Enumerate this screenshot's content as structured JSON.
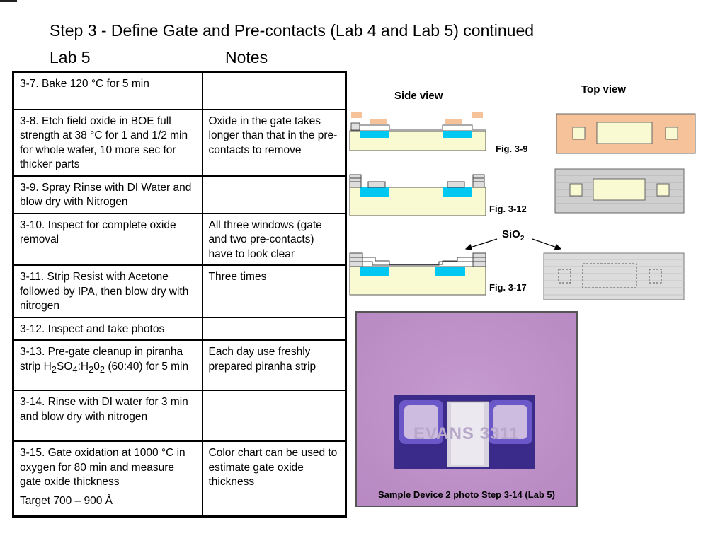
{
  "header": {
    "title": "Step 3 - Define Gate and Pre-contacts (Lab 4 and Lab 5) continued",
    "col_left": "Lab 5",
    "col_right": "Notes"
  },
  "steps": [
    {
      "step": "3-7. Bake 120 °C for 5 min",
      "note": ""
    },
    {
      "step": "3-8. Etch field oxide in BOE full strength at 38 °C for 1 and 1/2 min for whole wafer, 10 more sec for thicker parts",
      "note": "Oxide in the gate takes longer than that in the pre-contacts to remove"
    },
    {
      "step": "3-9. Spray Rinse with DI Water and blow dry with Nitrogen",
      "note": ""
    },
    {
      "step": "3-10. Inspect for complete oxide removal",
      "note": "All three windows (gate and two pre-contacts) have to look clear"
    },
    {
      "step": "3-11. Strip Resist with Acetone followed by IPA, then blow dry with nitrogen",
      "note": "Three times"
    },
    {
      "step": "3-12. Inspect and take photos",
      "note": ""
    },
    {
      "step_parts": {
        "a": "3-13. Pre-gate cleanup in piranha strip  H",
        "b": "SO",
        "c": ":H",
        "d": "0",
        "e": " (60:40) for 5 min",
        "sub1": "2",
        "sub2": "4",
        "sub3": "2",
        "sub4": "2"
      },
      "note": "Each day use freshly prepared piranha strip"
    },
    {
      "step": "3-14. Rinse with DI water for 3 min and blow dry with nitrogen",
      "note": ""
    },
    {
      "step": "3-15. Gate oxidation at     1000 °C in oxygen for 80 min and measure gate oxide thickness",
      "target": "Target  700 – 900 Å",
      "note": "Color chart can be used to estimate gate oxide thickness"
    }
  ],
  "figures": {
    "side_view": "Side view",
    "top_view": "Top view",
    "fig1": "Fig. 3-9",
    "fig2": "Fig. 3-12",
    "fig3": "Fig. 3-17",
    "sio2_main": "SiO",
    "sio2_sub": "2"
  },
  "photo": {
    "watermark": "EVANS 3311",
    "caption": "Sample Device 2 photo Step 3-14 (Lab 5)"
  },
  "colors": {
    "substrate": "#fafad2",
    "implant": "#00c8f0",
    "resist": "#f5c29a",
    "oxide_gray": "#c8c8c8"
  }
}
